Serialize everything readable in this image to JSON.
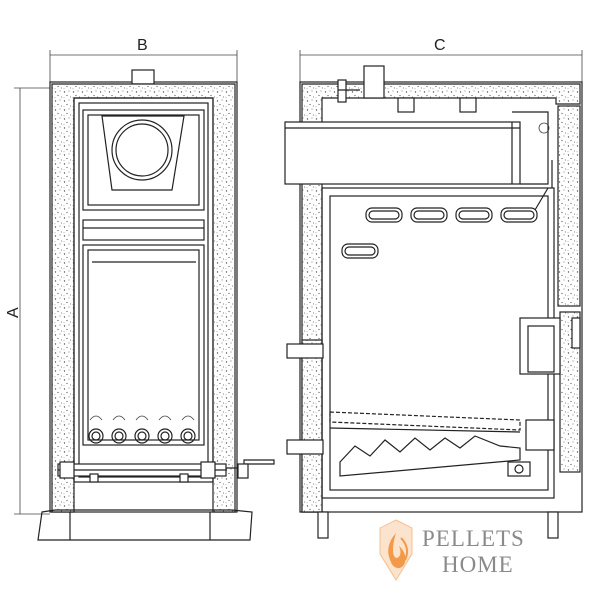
{
  "dimensions": {
    "height_label": "A",
    "width_label": "B",
    "depth_label": "C"
  },
  "logo": {
    "line1": "PELLETS",
    "line2": "HOME",
    "accent_color": "#f39a4a",
    "text_color": "#8a8a8a"
  },
  "colors": {
    "line": "#222222",
    "insulation_dots": "#555555",
    "background": "#ffffff"
  }
}
